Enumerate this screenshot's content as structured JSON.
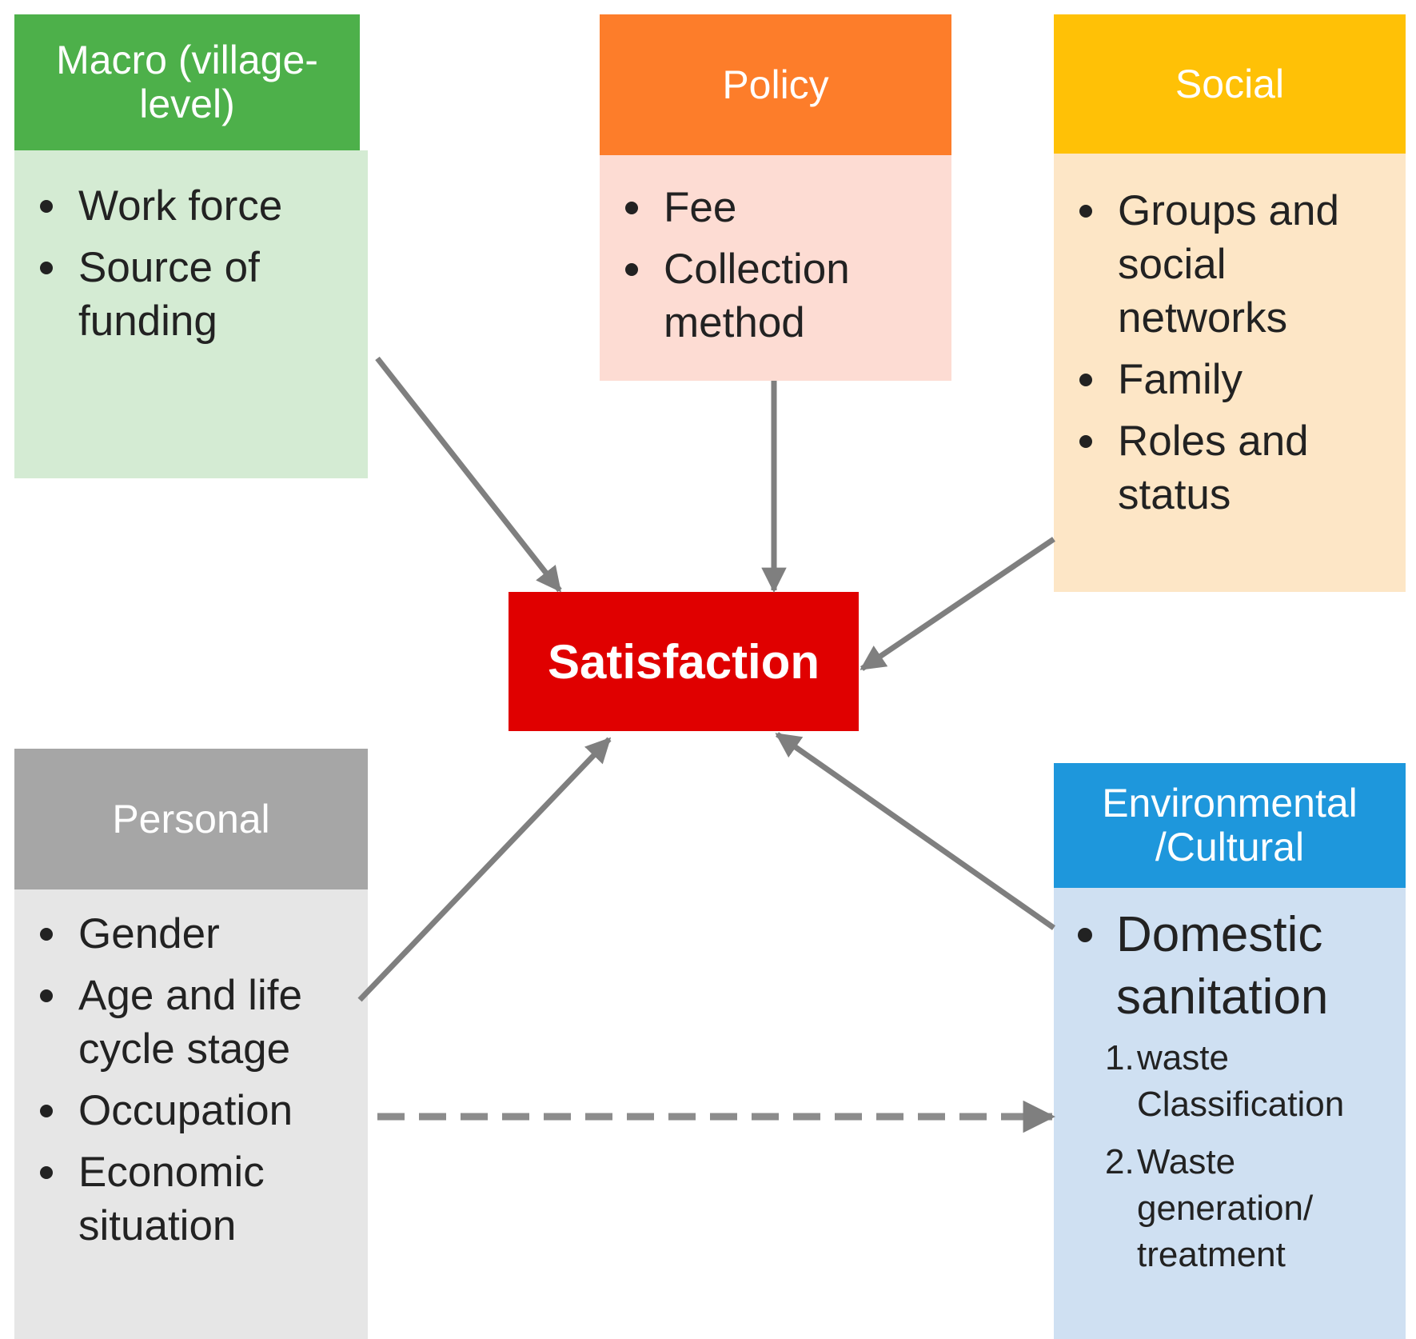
{
  "center": {
    "label": "Satisfaction"
  },
  "macro": {
    "title": "Macro (village-level)",
    "items": [
      "Work force",
      "Source of funding"
    ]
  },
  "policy": {
    "title": "Policy",
    "items": [
      "Fee",
      "Collection method"
    ]
  },
  "social": {
    "title": "Social",
    "items": [
      "Groups and social networks",
      "Family",
      "Roles and status"
    ]
  },
  "personal": {
    "title": "Personal",
    "items": [
      "Gender",
      "Age and life cycle stage",
      "Occupation",
      "Economic situation"
    ]
  },
  "environmental": {
    "title": "Environmental /Cultural",
    "item": "Domestic sanitation",
    "subitems": [
      {
        "num": "1.",
        "text": "waste Classification"
      },
      {
        "num": "2.",
        "text": "Waste generation/ treatment"
      }
    ]
  },
  "colors": {
    "macro_head": "#4db04a",
    "macro_body": "#d4ebd3",
    "policy_head": "#fd7d2a",
    "policy_body": "#fddcd3",
    "social_head": "#ffc106",
    "social_body": "#fde6c6",
    "personal_head": "#a6a6a6",
    "personal_body": "#e6e6e6",
    "env_head": "#1e97dc",
    "env_body": "#cfe0f2",
    "center": "#e00000",
    "arrow": "#7f7f7f"
  }
}
